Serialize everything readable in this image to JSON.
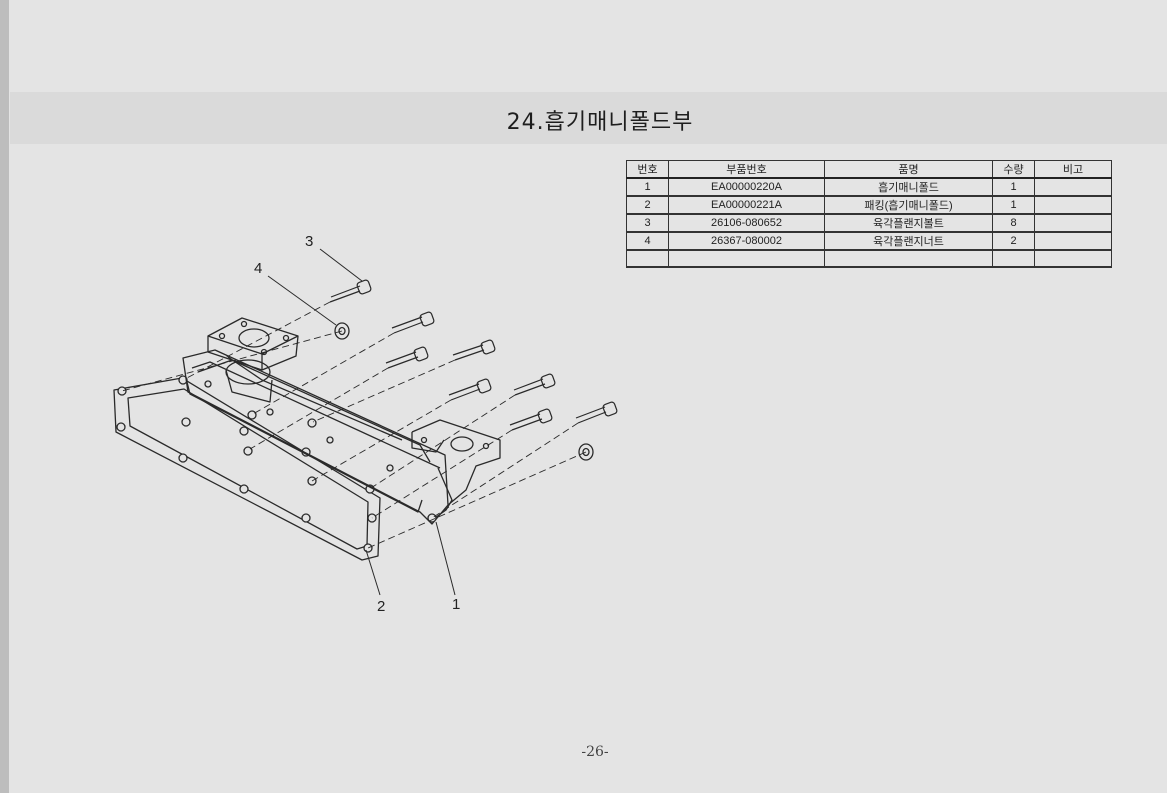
{
  "title": "24.흡기매니폴드부",
  "table": {
    "headers": [
      "번호",
      "부품번호",
      "품명",
      "수량",
      "비고"
    ],
    "rows": [
      [
        "1",
        "EA00000220A",
        "흡기매니폴드",
        "1",
        ""
      ],
      [
        "2",
        "EA00000221A",
        "패킹(흡기매니폴드)",
        "1",
        ""
      ],
      [
        "3",
        "26106-080652",
        "육각플랜지볼트",
        "8",
        ""
      ],
      [
        "4",
        "26367-080002",
        "육각플랜지너트",
        "2",
        ""
      ],
      [
        "",
        "",
        "",
        "",
        ""
      ]
    ]
  },
  "diagram": {
    "callouts": [
      "3",
      "4",
      "2",
      "1"
    ]
  },
  "page_number": "-26-"
}
